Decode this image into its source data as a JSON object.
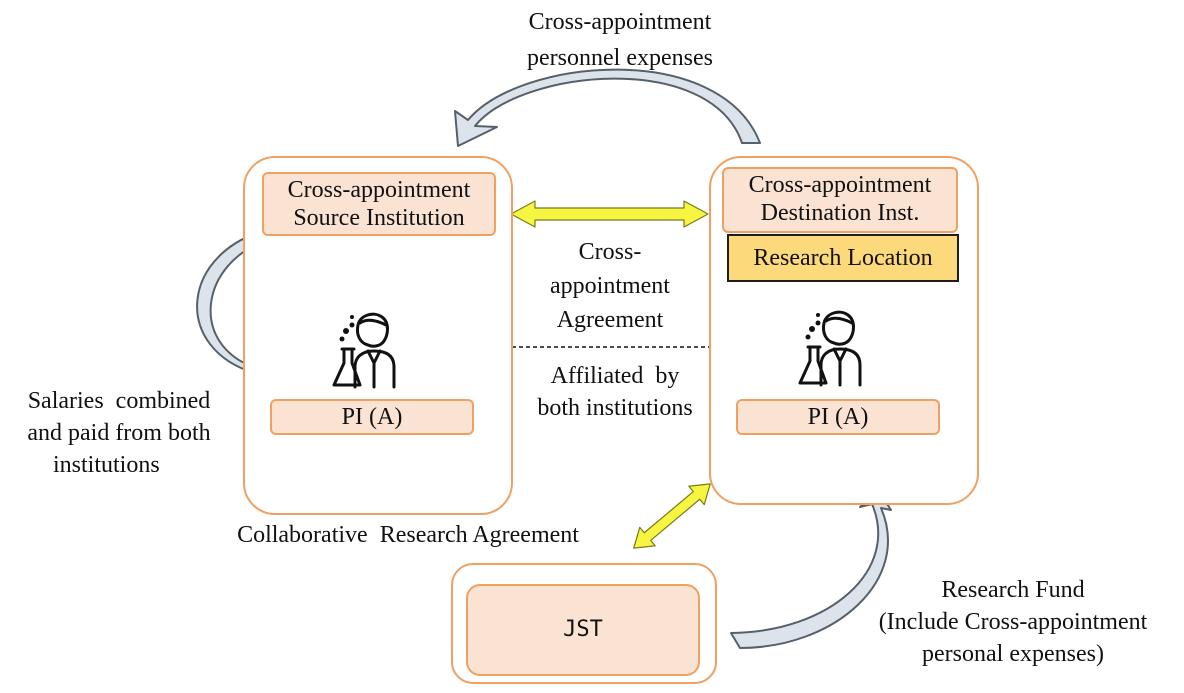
{
  "top_flow": {
    "label_line1": "Cross-appointment",
    "label_line2": "personnel expenses"
  },
  "source_institution": {
    "title_line1": "Cross-appointment",
    "title_line2": "Source Institution",
    "pi_label": "PI (A)",
    "researcher_icon": "scientist-with-flask-icon"
  },
  "destination_institution": {
    "title_line1": "Cross-appointment",
    "title_line2": "Destination Inst.",
    "location_label": "Research Location",
    "pi_label": "PI (A)",
    "researcher_icon": "scientist-with-flask-icon"
  },
  "agreement": {
    "line1": "Cross-",
    "line2": "appointment",
    "line3": "Agreement"
  },
  "affiliation": {
    "line1": "Affiliated  by",
    "line2": "both institutions"
  },
  "salaries": {
    "line1": "Salaries  combined",
    "line2": "and paid from both",
    "line3": "institutions"
  },
  "collaborative_label": "Collaborative  Research Agreement",
  "jst": {
    "label": "JST"
  },
  "research_fund": {
    "line1": "Research Fund",
    "line2": "(Include Cross-appointment",
    "line3": "personal expenses)"
  },
  "colors": {
    "box_border": "#f0a060",
    "label_fill": "#fbe3d3",
    "location_fill": "#fcd97a",
    "agreement_arrow": "#f5f542",
    "flow_arrow": "#dde3ea",
    "flow_arrow_border": "#56606a"
  }
}
